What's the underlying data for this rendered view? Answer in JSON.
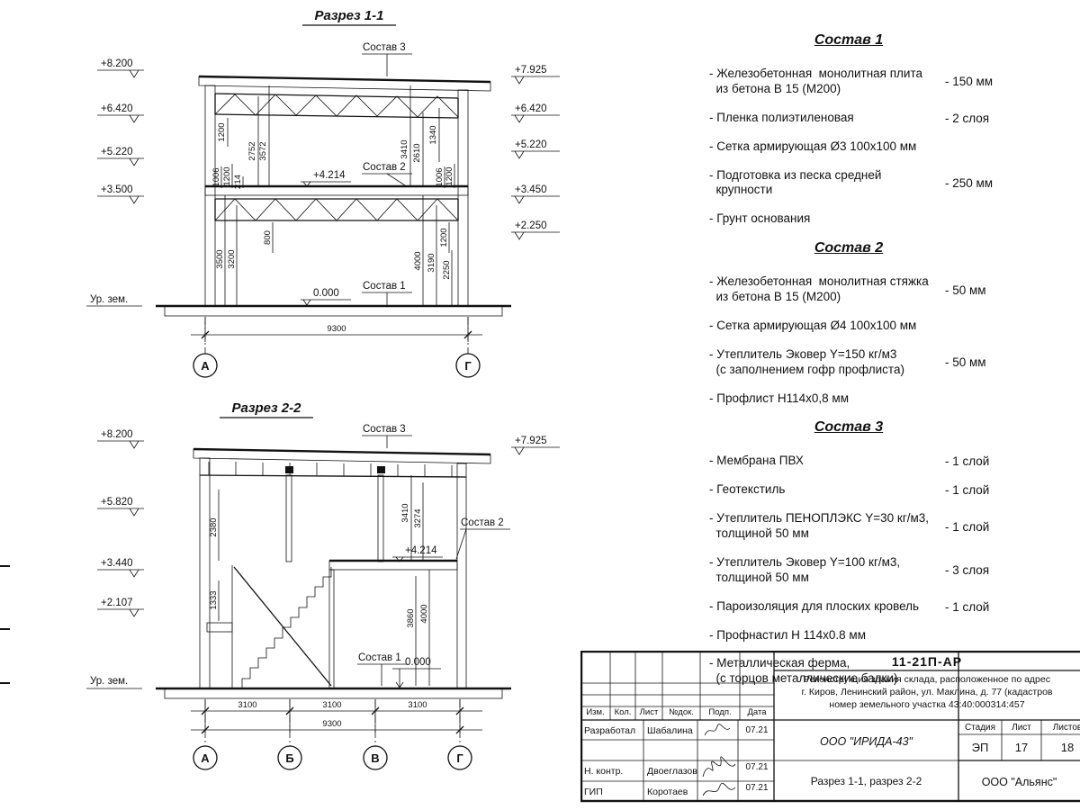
{
  "colors": {
    "ink": "#111111",
    "paper": "#ffffff"
  },
  "section1": {
    "title": "Разрез 1-1",
    "composition_labels": {
      "c3": "Состав 3",
      "c2": "Состав 2",
      "c1": "Состав 1"
    },
    "level_mid": "+4.214",
    "level_zero": "0.000",
    "ground_label": "Ур. зем.",
    "elev_left": [
      "+8.200",
      "+6.420",
      "+5.220",
      "+3.500"
    ],
    "elev_right": [
      "+7.925",
      "+6.420",
      "+5.220",
      "+3.450",
      "+2.250"
    ],
    "dims_left": [
      "1200",
      "2752",
      "3572",
      "1006",
      "1200",
      "214",
      "3500",
      "3200",
      "800"
    ],
    "dims_right": [
      "3410",
      "2610",
      "1340",
      "1006",
      "1200",
      "1200",
      "4000",
      "3190",
      "2250"
    ],
    "dim_total": "9300",
    "axes": [
      "А",
      "Г"
    ]
  },
  "section2": {
    "title": "Разрез 2-2",
    "composition_labels": {
      "c3": "Состав 3",
      "c2": "Состав 2",
      "c1": "Состав 1"
    },
    "level_mid": "+4.214",
    "level_zero": "0.000",
    "ground_label": "Ур. зем.",
    "elev_left": [
      "+8.200",
      "+5.820",
      "+3.440",
      "+2.107"
    ],
    "elev_right": [
      "+7.925"
    ],
    "dims_left": [
      "2380",
      "1333"
    ],
    "dims_right": [
      "3410",
      "3274",
      "4000",
      "3860"
    ],
    "dims_bays": [
      "3100",
      "3100",
      "3100"
    ],
    "dim_total": "9300",
    "axes": [
      "А",
      "Б",
      "В",
      "Г"
    ]
  },
  "sostav1": {
    "title": "Состав 1",
    "items": [
      {
        "name": "- Железобетонная  монолитная плита\n  из бетона В 15 (М200)",
        "value": "- 150 мм"
      },
      {
        "name": "- Пленка полиэтиленовая",
        "value": "-  2 слоя"
      },
      {
        "name": "- Сетка армирующая Ø3 100х100 мм",
        "value": ""
      },
      {
        "name": "- Подготовка из песка средней\n  крупности",
        "value": "- 250 мм"
      },
      {
        "name": "- Грунт основания",
        "value": ""
      }
    ]
  },
  "sostav2": {
    "title": "Состав 2",
    "items": [
      {
        "name": "- Железобетонная  монолитная стяжка\n  из бетона В 15 (М200)",
        "value": "- 50 мм"
      },
      {
        "name": "- Сетка армирующая Ø4 100х100 мм",
        "value": ""
      },
      {
        "name": "- Утеплитель Эковер Y=150 кг/м3\n  (с заполнением гофр профлиста)",
        "value": "- 50 мм"
      },
      {
        "name": "- Профлист Н114х0,8 мм",
        "value": ""
      }
    ]
  },
  "sostav3": {
    "title": "Состав 3",
    "items": [
      {
        "name": "- Мембрана ПВХ",
        "value": "- 1 слой"
      },
      {
        "name": "- Геотекстиль",
        "value": "- 1 слой"
      },
      {
        "name": "- Утеплитель ПЕНОПЛЭКС Y=30 кг/м3,\n  толщиной 50 мм",
        "value": "- 1 слой"
      },
      {
        "name": "- Утеплитель Эковер Y=100 кг/м3,\n  толщиной 50 мм",
        "value": "- 3 слоя"
      },
      {
        "name": "- Пароизоляция для плоских кровель",
        "value": "- 1 слой"
      },
      {
        "name": "- Профнастил Н 114х0.8 мм",
        "value": ""
      },
      {
        "name": "- Металлическая ферма,\n  (с торцов металлические балки)",
        "value": ""
      }
    ]
  },
  "titleblock": {
    "doc_number": "11-21П-АР",
    "project_line1": "Реконструкция здания склада, расположенное по адрес",
    "project_line2": "г. Киров, Ленинский район, ул. Маклина, д. 77 (кадастров",
    "project_line3": "номер земельного участка 43:40:000314:457",
    "rev_headers": [
      "Изм.",
      "Кол.",
      "Лист",
      "№док.",
      "Подп.",
      "Дата"
    ],
    "rows": [
      {
        "role": "Разработал",
        "name": "Шабалина",
        "date": "07.21"
      },
      {
        "role": "Н. контр.",
        "name": "Двоеглазов",
        "date": "07.21"
      },
      {
        "role": "ГИП",
        "name": "Коротаев",
        "date": "07.21"
      }
    ],
    "org": "ООО \"ИРИДА-43\"",
    "stage_headers": [
      "Стадия",
      "Лист",
      "Листов"
    ],
    "stage": "ЭП",
    "sheet": "17",
    "sheets": "18",
    "sheet_title": "Разрез 1-1, разрез 2-2",
    "org2": "ООО \"Альянс\""
  }
}
